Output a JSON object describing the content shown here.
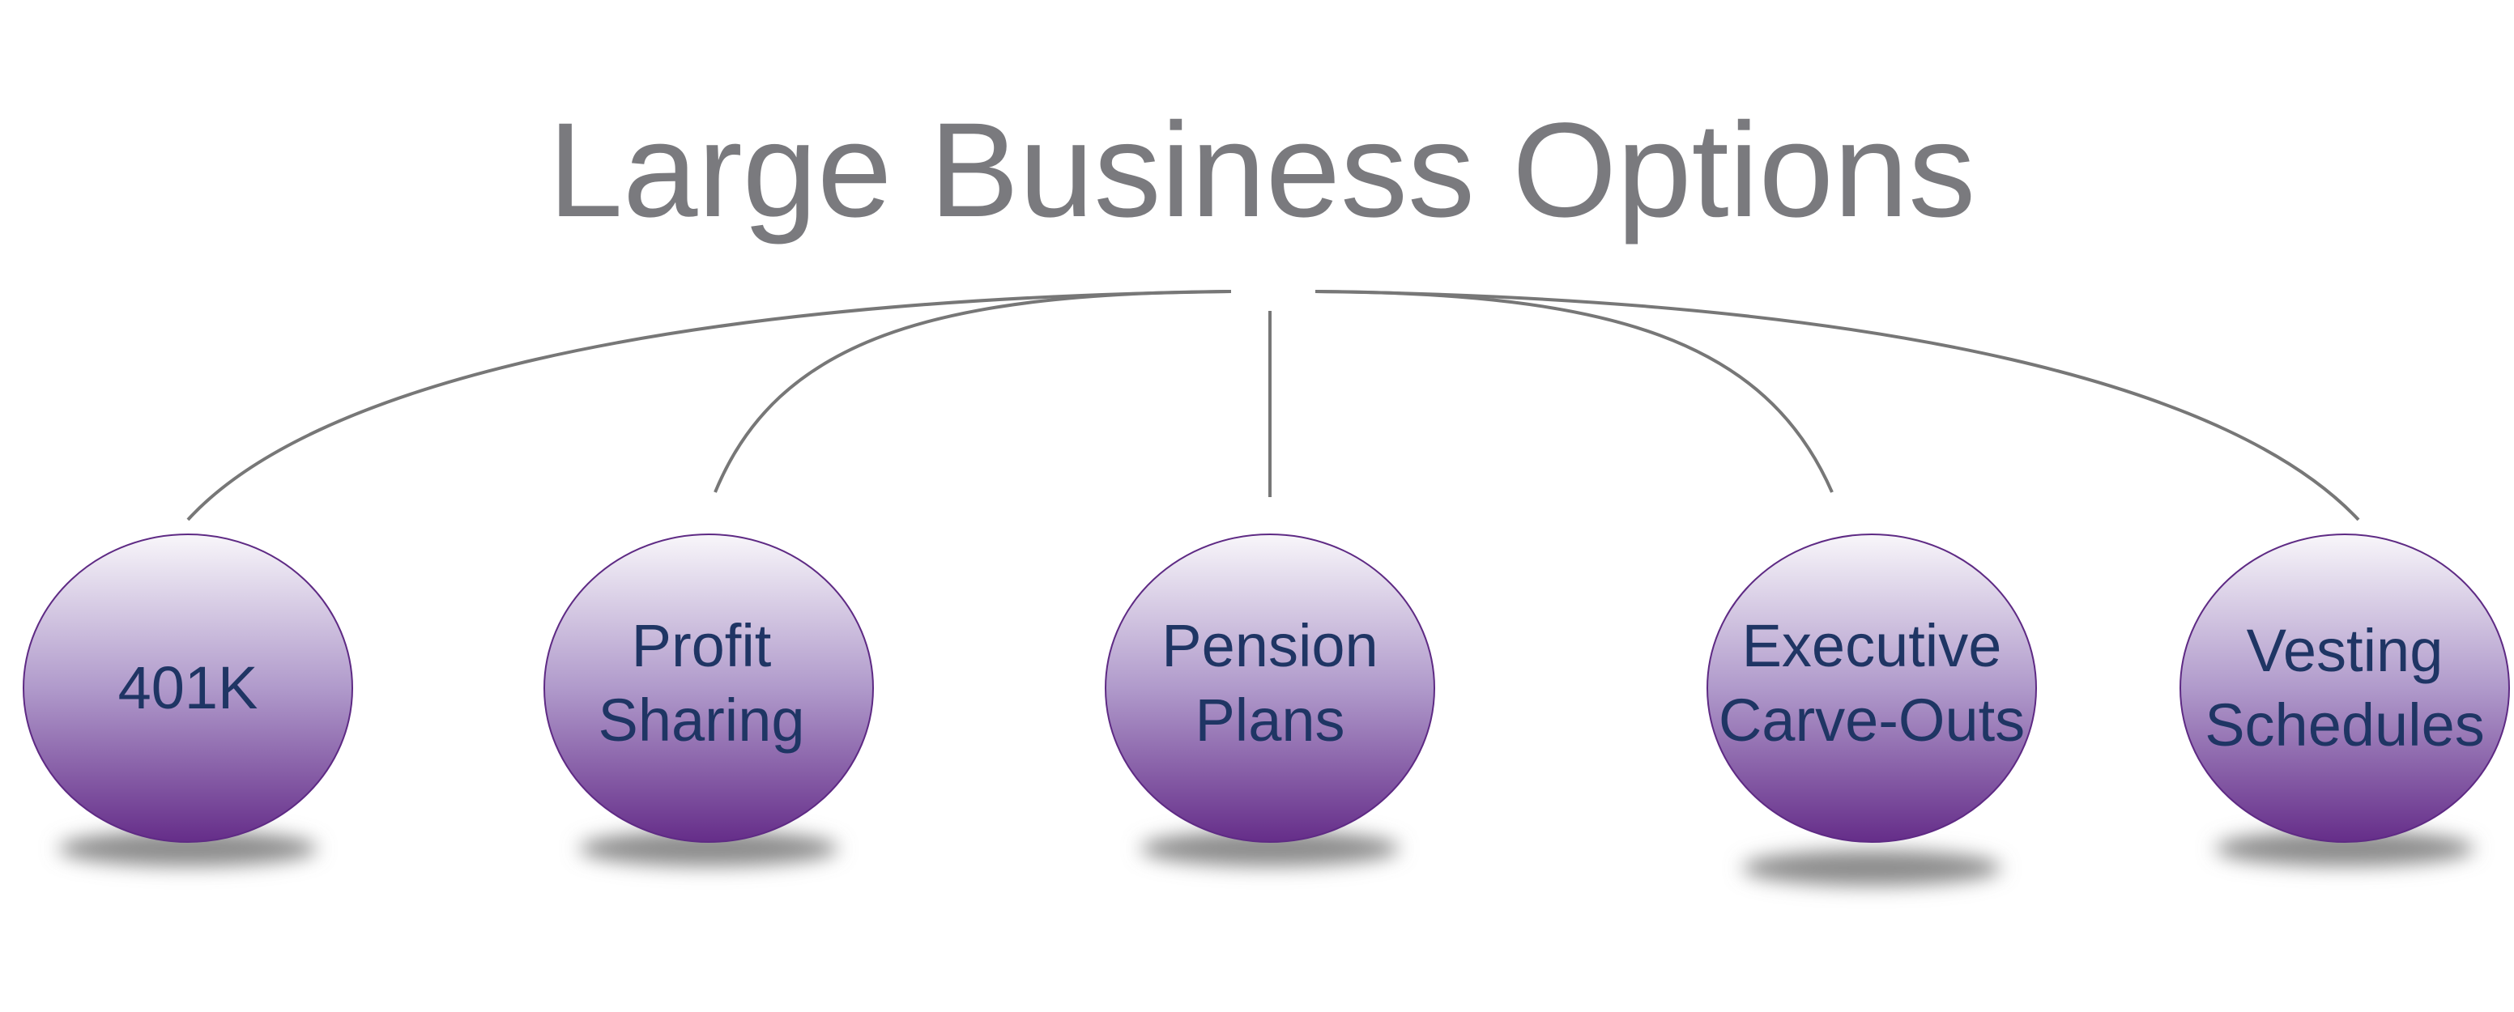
{
  "title": "Large Business Options",
  "nodes": [
    {
      "lines": [
        "401K"
      ]
    },
    {
      "lines": [
        "Profit",
        "Sharing"
      ]
    },
    {
      "lines": [
        "Pension",
        "Plans"
      ]
    },
    {
      "lines": [
        "Executive",
        "Carve-Outs"
      ]
    },
    {
      "lines": [
        "Vesting",
        "Schedules"
      ]
    }
  ],
  "colors": {
    "bubble_top": "#f8f6fa",
    "bubble_bottom": "#652d89",
    "bubble_border": "#5e2a84",
    "text": "#1f3564",
    "title": "#7a7a7e",
    "connector": "#777777"
  }
}
